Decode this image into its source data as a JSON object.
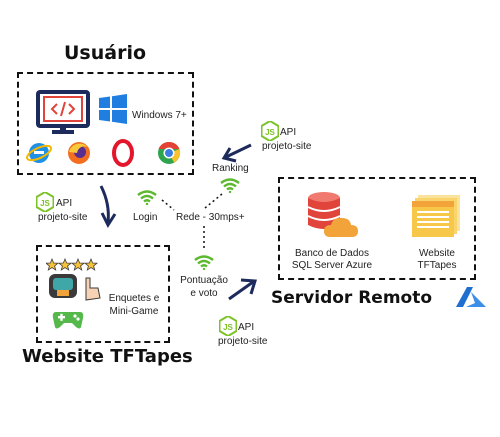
{
  "user_section": {
    "title": "Usuário",
    "os_label": "Windows 7+"
  },
  "website_section": {
    "title": "Website TFTapes",
    "feature_line1": "Enquetes e",
    "feature_line2": "Mini-Game"
  },
  "server_section": {
    "title": "Servidor Remoto",
    "db_line1": "Banco de Dados",
    "db_line2": "SQL Server Azure",
    "site_line1": "Website",
    "site_line2": "TFTapes"
  },
  "api_top": {
    "line1": "API",
    "line2": "projeto-site"
  },
  "api_left": {
    "line1": "API",
    "line2": "projeto-site"
  },
  "api_bottom": {
    "line1": "API",
    "line2": "projeto-site"
  },
  "network": {
    "ranking": "Ranking",
    "login": "Login",
    "rede": "Rede - 30mps+",
    "pontuacao_line1": "Pontuação",
    "pontuacao_line2": "e voto"
  },
  "colors": {
    "node_green": "#7cc327",
    "arrow_navy": "#1c2a5c",
    "wifi_green": "#5cb82e",
    "db_red": "#e0443a",
    "cloud_orange": "#f2a33a",
    "azure_blue": "#1f6fd0",
    "folder_yellow": "#f7c74a"
  },
  "icons": [
    "code-monitor-icon",
    "windows-logo-icon",
    "ie-icon",
    "firefox-icon",
    "opera-icon",
    "chrome-icon",
    "wifi-icon",
    "database-icon",
    "cloud-icon",
    "website-window-icon",
    "azure-icon",
    "rating-stars-icon",
    "game-controller-icon",
    "nodejs-icon"
  ]
}
